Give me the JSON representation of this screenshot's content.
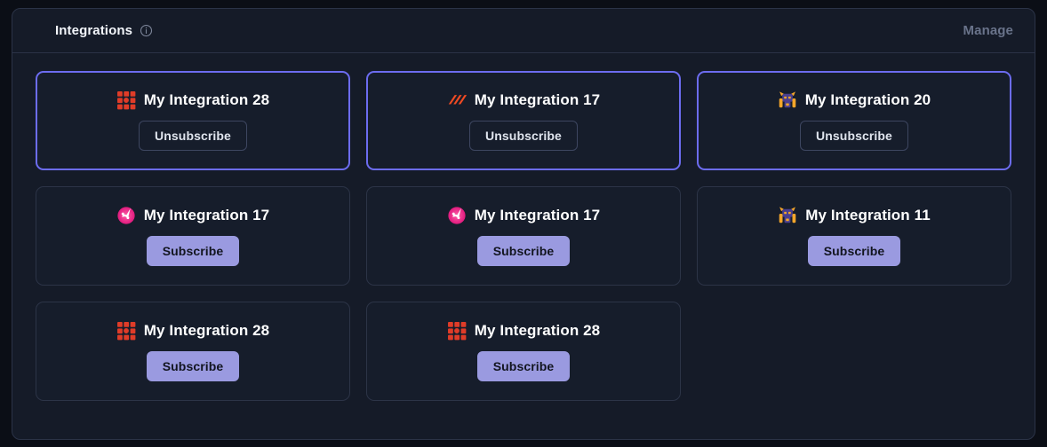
{
  "header": {
    "title": "Integrations",
    "info_icon": "info-circle-icon",
    "manage_label": "Manage"
  },
  "labels": {
    "subscribe": "Subscribe",
    "unsubscribe": "Unsubscribe"
  },
  "colors": {
    "page_background": "#0b0e16",
    "panel_background": "#151b28",
    "panel_border": "#2b3347",
    "card_background": "#161d2b",
    "card_border": "#2c3447",
    "card_border_active": "#6c6cf0",
    "subscribe_button": "#9a9ae0",
    "title_text": "#ffffff",
    "manage_text": "#69738a",
    "icon_grid_red": "#e03c28",
    "icon_bars_orange": "#f04a23",
    "icon_orb_pink": "#e0197d",
    "icon_mascot_purple": "#4a3f8f",
    "icon_mascot_orange": "#f4a62a"
  },
  "cards": [
    {
      "name": "My Integration 28",
      "icon": "grid-blocks-icon",
      "subscribed": true,
      "action_label": "Unsubscribe"
    },
    {
      "name": "My Integration 17",
      "icon": "diagonal-bars-icon",
      "subscribed": true,
      "action_label": "Unsubscribe"
    },
    {
      "name": "My Integration 20",
      "icon": "mascot-icon",
      "subscribed": true,
      "action_label": "Unsubscribe"
    },
    {
      "name": "My Integration 17",
      "icon": "pink-orb-icon",
      "subscribed": false,
      "action_label": "Subscribe"
    },
    {
      "name": "My Integration 17",
      "icon": "pink-orb-icon",
      "subscribed": false,
      "action_label": "Subscribe"
    },
    {
      "name": "My Integration 11",
      "icon": "mascot-icon",
      "subscribed": false,
      "action_label": "Subscribe"
    },
    {
      "name": "My Integration 28",
      "icon": "grid-blocks-icon",
      "subscribed": false,
      "action_label": "Subscribe"
    },
    {
      "name": "My Integration 28",
      "icon": "grid-blocks-icon",
      "subscribed": false,
      "action_label": "Subscribe"
    }
  ]
}
